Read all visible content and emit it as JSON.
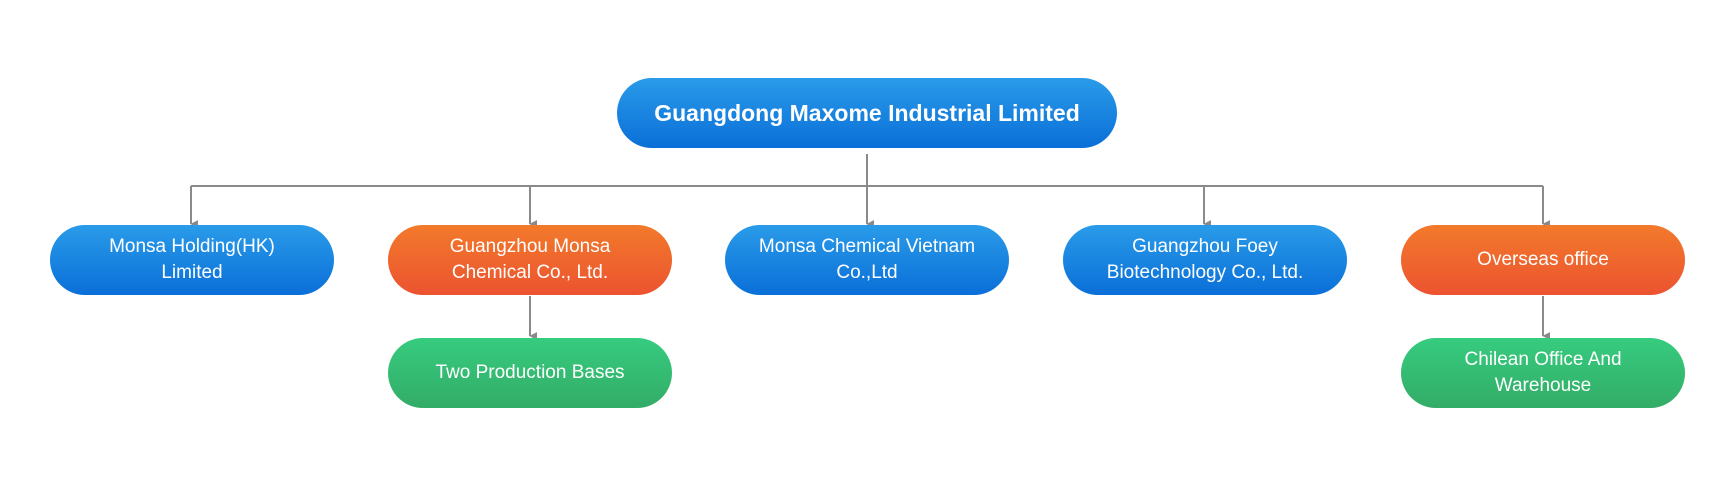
{
  "colors": {
    "blue_top": "#2a9be9",
    "blue_bottom": "#0a6fd8",
    "orange_top": "#f27a2b",
    "orange_bottom": "#ec5330",
    "green_top": "#36cc7f",
    "green_bottom": "#33ac67",
    "connector": "#8a8a8a"
  },
  "root": {
    "label": "Guangdong Maxome Industrial Limited"
  },
  "children": [
    {
      "label": "Monsa Holding(HK)\nLimited",
      "color": "blue"
    },
    {
      "label": "Guangzhou Monsa\nChemical Co., Ltd.",
      "color": "orange"
    },
    {
      "label": "Monsa Chemical Vietnam\nCo.,Ltd",
      "color": "blue"
    },
    {
      "label": "Guangzhou Foey\nBiotechnology Co., Ltd.",
      "color": "blue"
    },
    {
      "label": "Overseas office",
      "color": "orange"
    }
  ],
  "grandchildren": [
    {
      "parent": 1,
      "label": "Two Production Bases",
      "color": "green"
    },
    {
      "parent": 4,
      "label": "Chilean Office And\nWarehouse",
      "color": "green"
    }
  ]
}
